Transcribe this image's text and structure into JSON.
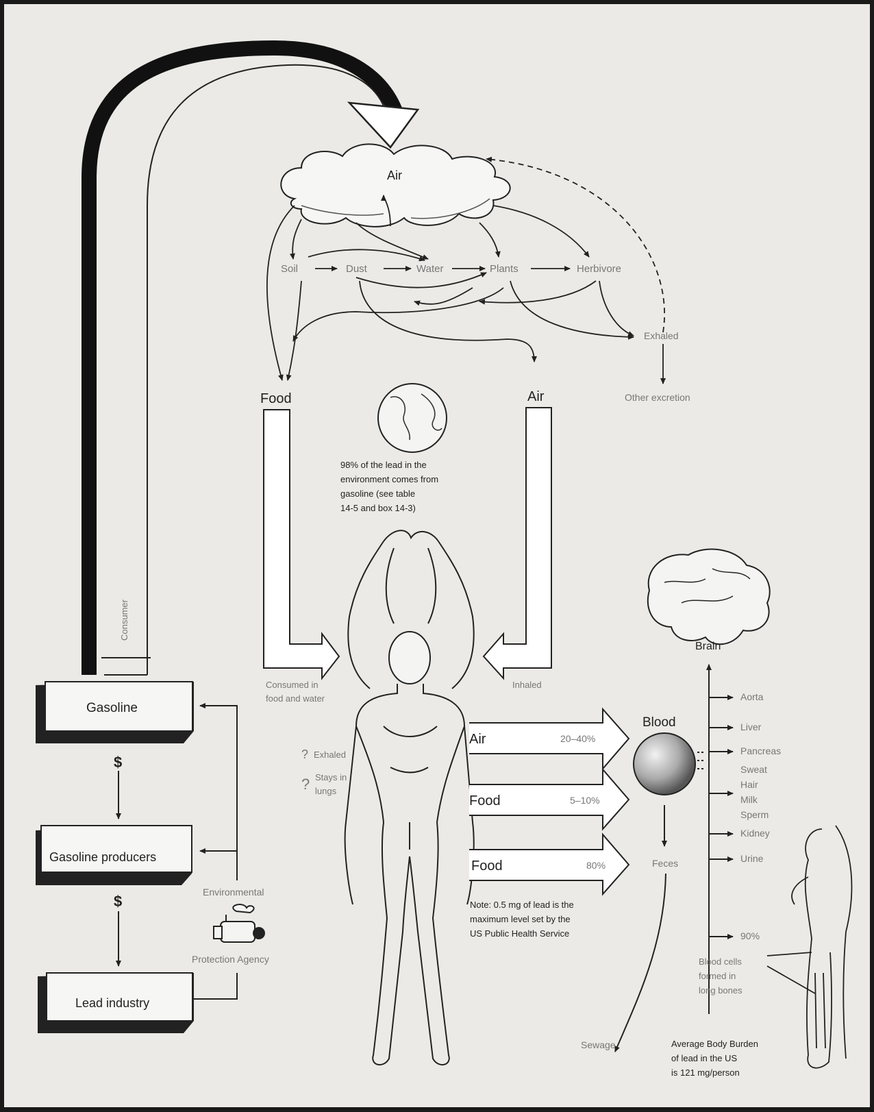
{
  "cycle": {
    "air_top": "Air",
    "nodes": [
      "Soil",
      "Dust",
      "Water",
      "Plants",
      "Herbivore"
    ],
    "exhaled": "Exhaled",
    "other_excretion": "Other excretion",
    "food": "Food",
    "air_right": "Air",
    "consumer": "Consumer"
  },
  "globe_note": [
    "98% of the lead in the",
    "environment comes from",
    "gasoline (see table",
    "14-5 and box 14-3)"
  ],
  "industry": {
    "gasoline": "Gasoline",
    "gasoline_producers": "Gasoline producers",
    "lead_industry": "Lead industry",
    "dollar_1": "$",
    "dollar_2": "$",
    "epa_line1": "Environmental",
    "epa_line2": "Protection Agency"
  },
  "body": {
    "consumed_line1": "Consumed in",
    "consumed_line2": "food and water",
    "inhaled": "Inhaled",
    "q_exhaled_mark": "?",
    "q_exhaled": "Exhaled",
    "q_stays_mark": "?",
    "q_stays_line1": "Stays in",
    "q_stays_line2": "lungs"
  },
  "absorption": [
    {
      "label": "Air",
      "pct": "20–40%"
    },
    {
      "label": "Food",
      "pct": "5–10%"
    },
    {
      "label": "Food",
      "pct": "80%"
    }
  ],
  "note": [
    "Note: 0.5 mg of lead is the",
    "maximum level set by the",
    "US Public Health Service"
  ],
  "blood": {
    "blood": "Blood",
    "brain": "Brain",
    "organs": [
      "Aorta",
      "Liver",
      "Pancreas",
      "Sweat",
      "Hair",
      "Milk",
      "Sperm",
      "Kidney",
      "Urine"
    ],
    "pct_90": "90%",
    "feces": "Feces",
    "sewage": "Sewage",
    "blood_cells": [
      "Blood cells",
      "formed in",
      "long bones"
    ],
    "burden": [
      "Average Body Burden",
      "of lead in the US",
      "is 121 mg/person"
    ]
  }
}
